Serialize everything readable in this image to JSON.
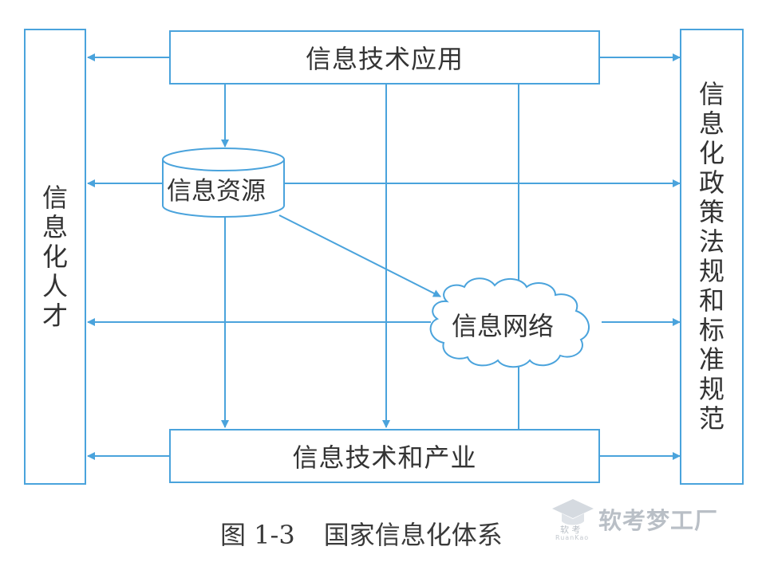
{
  "nodes": {
    "app": "信息技术应用",
    "resources": "信息资源",
    "network": "信息网络",
    "industry": "信息技术和产业",
    "talent": "信息化人才",
    "policy": "信息化政策法规和标准规范"
  },
  "caption": {
    "label": "图 1-3",
    "title": "国家信息化体系"
  },
  "watermark": {
    "name": "软考梦工厂",
    "mini": "软 考",
    "pinyin": "RuanKao"
  },
  "colors": {
    "line": "#4aa3dc",
    "text": "#333333"
  }
}
